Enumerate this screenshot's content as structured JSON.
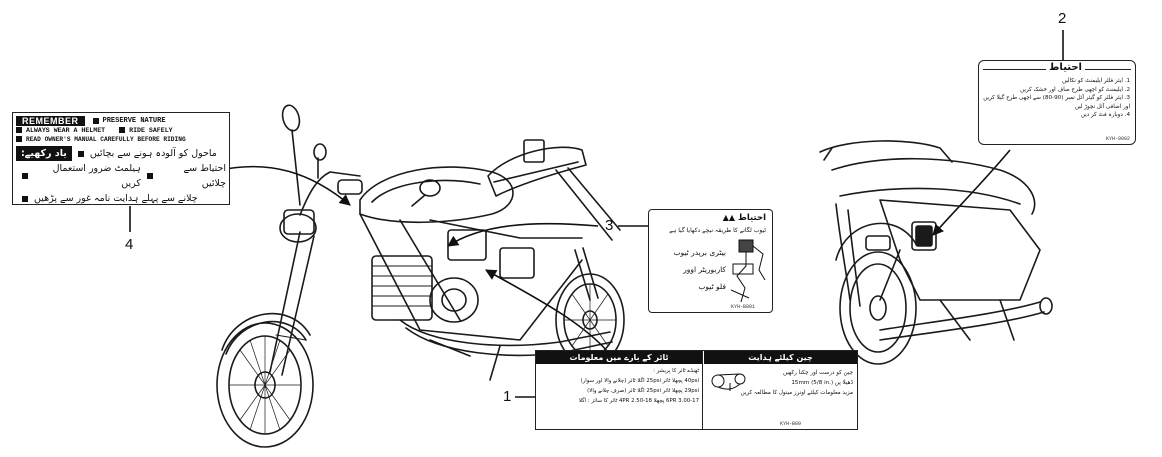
{
  "callouts": [
    "1",
    "2",
    "3",
    "4"
  ],
  "label1": {
    "tire_title": "ٹائر کے بارے میں معلومات",
    "tire_lines": [
      "ٹھنڈے ٹائر کا پریشر :",
      "40psi پچھلا ٹائر 25psi اگلا ٹائر (چلانے والا اور سوار)",
      "29psi پچھلا ٹائر 25psi اگلا ٹائر (صرف چلانے والا)",
      "6PR 3.00-17 پچھلا 4PR 2.50-18 ٹائر کا سائز : اگلا"
    ],
    "chain_title": "چین کیلئے ہدایت",
    "chain_lines": [
      "چین کو درست اور چکنا رکھیں",
      "ڈھیلا پن 15mm (5/8 in.)",
      "مزید معلومات کیلئے اونرز مینول کا مطالعہ کریں"
    ]
  },
  "label2": {
    "title": "احتیاط",
    "lines": [
      "1. ایئر فلٹر ایلیمنٹ کو نکالیں",
      "2. ایلیمنٹ کو اچھی طرح صاف اور خشک کریں",
      "3. ایئر فلٹر کو گیئر آئل نمبر (90-80) سے اچھی طرح گیلا کریں",
      "اور اضافی آئل نچوڑ لیں",
      "4. دوبارہ فٹ کر دیں"
    ]
  },
  "label3": {
    "title": "احتیاط",
    "subtitle": "ٹیوب لگانے کا طریقہ نیچے دکھایا گیا ہے",
    "lines": [
      "بیٹری بریدر ٹیوب",
      "کاربوریٹر اوور",
      "فلو ٹیوب"
    ]
  },
  "label4": {
    "header": "REMEMBER",
    "eng_lines": [
      [
        "PRESERVE NATURE"
      ],
      [
        "ALWAYS WEAR A HELMET",
        "RIDE SAFELY"
      ],
      [
        "READ OWNER'S MANUAL CAREFULLY BEFORE RIDING"
      ]
    ],
    "urdu_header": "یاد رکھیے:",
    "urdu_lines": [
      "ماحول کو آلودہ ہونے سے بچائیں",
      "ہیلمٹ ضرور استعمال کریں",
      "احتیاط سے چلائیں",
      "چلانے سے پہلے ہدایت نامہ غور سے پڑھیں"
    ]
  }
}
